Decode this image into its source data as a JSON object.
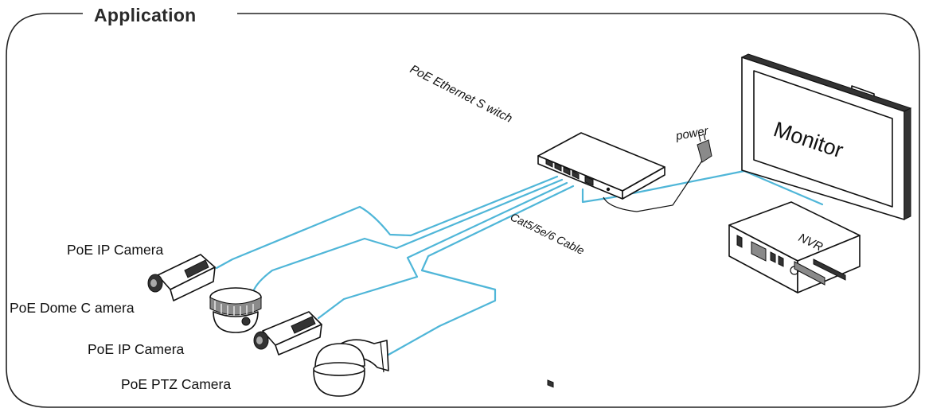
{
  "heading": "Application",
  "labels": {
    "switch": "PoE Ethernet S witch",
    "power": "power",
    "monitor": "Monitor",
    "nvr": "NVR",
    "cable": "Cat5/5e/6 Cable",
    "camera1": "PoE IP Camera",
    "dome": "PoE Dome C amera",
    "camera2": "PoE IP Camera",
    "ptz": "PoE PTZ Camera"
  },
  "colors": {
    "cable": "#4fb6d8",
    "outline": "#111111"
  }
}
